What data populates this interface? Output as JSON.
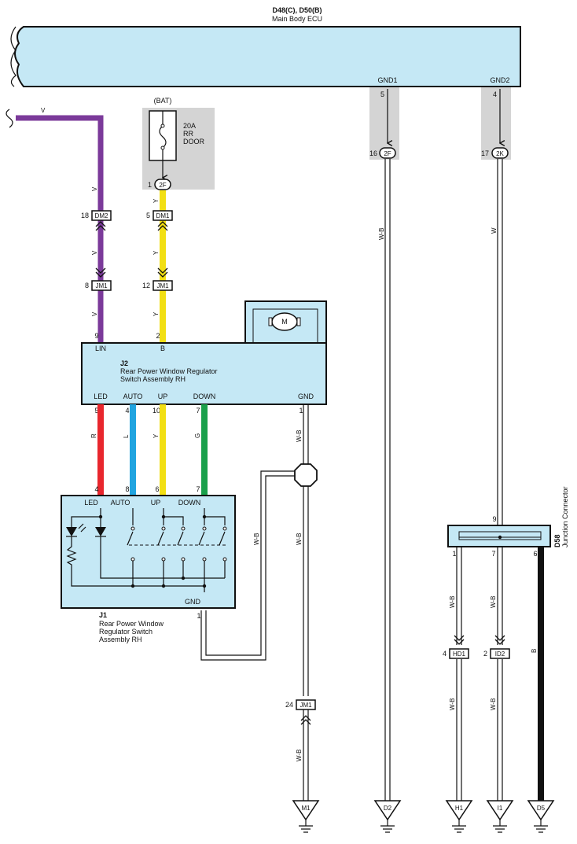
{
  "ecu": {
    "id": "D48(C), D50(B)",
    "name": "Main Body ECU",
    "gnd1": {
      "label": "GND1",
      "pin": "5"
    },
    "gnd2": {
      "label": "GND2",
      "pin": "4"
    }
  },
  "fuse": {
    "source": "(BAT)",
    "rating": "20A",
    "name_line1": "RR",
    "name_line2": "DOOR"
  },
  "connectors": {
    "c2f_a": {
      "name": "2F",
      "pin": "1"
    },
    "c2f_b": {
      "name": "2F",
      "pin": "16"
    },
    "c2k": {
      "name": "2K",
      "pin": "17"
    },
    "dm2": {
      "name": "DM2",
      "pin": "18"
    },
    "dm1": {
      "name": "DM1",
      "pin": "5"
    },
    "jm1_v": {
      "name": "JM1",
      "pin": "8"
    },
    "jm1_y": {
      "name": "JM1",
      "pin": "12"
    },
    "jm1_gnd": {
      "name": "JM1",
      "pin": "24"
    },
    "hd1": {
      "name": "HD1",
      "pin": "4"
    },
    "id2": {
      "name": "ID2",
      "pin": "2"
    }
  },
  "j2": {
    "id": "J2",
    "name_line1": "Rear Power Window Regulator",
    "name_line2": "Switch Assembly RH",
    "motor": "M",
    "top_pins": [
      {
        "label": "LIN",
        "pin": "9"
      },
      {
        "label": "B",
        "pin": "2"
      }
    ],
    "bottom_pins": [
      {
        "label": "LED",
        "pin": "5"
      },
      {
        "label": "AUTO",
        "pin": "4"
      },
      {
        "label": "UP",
        "pin": "10"
      },
      {
        "label": "DOWN",
        "pin": "7"
      },
      {
        "label": "GND",
        "pin": "1"
      }
    ]
  },
  "j1": {
    "id": "J1",
    "name_line1": "Rear Power Window",
    "name_line2": "Regulator Switch",
    "name_line3": "Assembly RH",
    "top_pins": [
      {
        "label": "LED",
        "pin": "4"
      },
      {
        "label": "AUTO",
        "pin": "8"
      },
      {
        "label": "UP",
        "pin": "6"
      },
      {
        "label": "DOWN",
        "pin": "7"
      }
    ],
    "gnd": {
      "label": "GND",
      "pin": "1"
    }
  },
  "d58": {
    "id": "D58",
    "name": "Junction Connector",
    "pin_top": "9",
    "pins_bottom": [
      "1",
      "7",
      "6"
    ]
  },
  "wire_colors": {
    "v_top": "V",
    "v1": "V",
    "v2": "V",
    "v3": "V",
    "y1": "Y",
    "y2": "Y",
    "y3": "Y",
    "r": "R",
    "l": "L",
    "y4": "Y",
    "g": "G",
    "wb_gnd1": "W-B",
    "wb_j2a": "W-B",
    "wb_j2b": "W-B",
    "wb_j1": "W-B",
    "wb_jm1": "W-B",
    "w_gnd2": "W",
    "wb_d58a": "W-B",
    "wb_d58b": "W-B",
    "b_d58": "B",
    "wb_hd1": "W-B",
    "wb_id2": "W-B"
  },
  "grounds": [
    "M1",
    "D2",
    "H1",
    "I1",
    "D5"
  ],
  "colors": {
    "violet": "#7b3a9a",
    "yellow": "#f2df14",
    "red": "#e8262d",
    "blue": "#21a4e0",
    "green": "#1aa04b",
    "box_fill": "#c5e8f5",
    "shade": "#d4d4d4"
  }
}
